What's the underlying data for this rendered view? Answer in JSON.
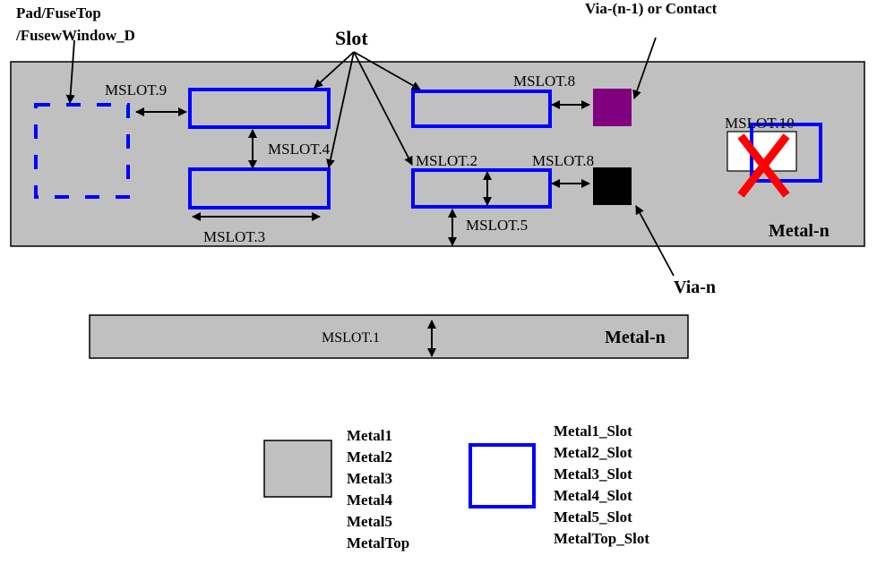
{
  "colors": {
    "metal_fill": "#c0c0c0",
    "slot_stroke": "#0000ff",
    "via_n_minus_1": "#800080",
    "via_n": "#000000",
    "violation_x": "#ff0000",
    "outline": "#000000"
  },
  "labels": {
    "pad_fuse_line1": "Pad/FuseTop",
    "pad_fuse_line2": "/FusewWindow_D",
    "slot": "Slot",
    "via_n_minus_1": "Via-(n-1) or Contact",
    "via_n": "Via-n",
    "metal_n_top": "Metal-n",
    "metal_n_bottom": "Metal-n"
  },
  "rules": {
    "mslot1": "MSLOT.1",
    "mslot2": "MSLOT.2",
    "mslot3": "MSLOT.3",
    "mslot4": "MSLOT.4",
    "mslot5": "MSLOT.5",
    "mslot8_top": "MSLOT.8",
    "mslot8_bottom": "MSLOT.8",
    "mslot9": "MSLOT.9",
    "mslot10": "MSLOT.10"
  },
  "legend": {
    "metal_layers": [
      "Metal1",
      "Metal2",
      "Metal3",
      "Metal4",
      "Metal5",
      "MetalTop"
    ],
    "slot_layers": [
      "Metal1_Slot",
      "Metal2_Slot",
      "Metal3_Slot",
      "Metal4_Slot",
      "Metal5_Slot",
      "MetalTop_Slot"
    ]
  }
}
